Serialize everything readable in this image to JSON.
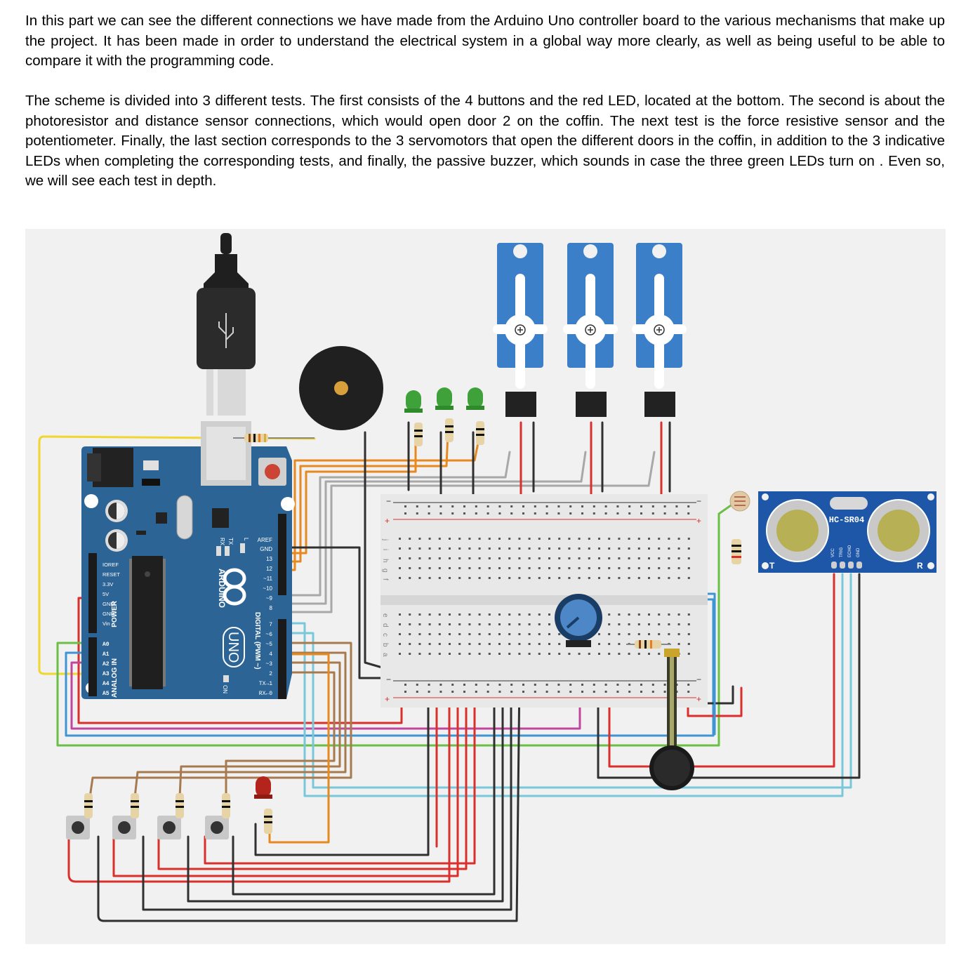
{
  "intro": {
    "paragraph_1": "In this part we can see the different connections we have made from the Arduino Uno controller board to the various mechanisms that make up the project. It has been made in order to understand the electrical system in a global way more clearly, as well as being useful to be able to compare it with the programming code.",
    "paragraph_2": "The scheme is divided into 3 different tests. The first consists of the 4 buttons and the red LED, located at the bottom. The second is about the photoresistor and distance sensor connections, which would open door 2 on the coffin. The next test is the force resistive sensor and the potentiometer. Finally, the last section corresponds to the 3 servomotors that open the different doors in the coffin, in addition to the 3 indicative LEDs when completing the corresponding tests, and finally, the passive buzzer, which sounds in case the three green LEDs turn on . Even so, we will see each test in depth."
  },
  "diagram": {
    "board": {
      "brand": "ARDUINO",
      "model": "UNO",
      "on_label": "ON",
      "tx_label": "TX",
      "rx_label": "RX",
      "l_label": "L",
      "digital_label": "DIGITAL (PWM ~)",
      "power_label": "POWER",
      "analog_label": "ANALOG IN",
      "power_pins": [
        "IOREF",
        "RESET",
        "3.3V",
        "5V",
        "GND",
        "GND",
        "Vin"
      ],
      "analog_pins": [
        "A0",
        "A1",
        "A2",
        "A3",
        "A4",
        "A5"
      ],
      "digital_pins_top": [
        "AREF",
        "GND",
        "13",
        "12",
        "~11",
        "~10",
        "~9",
        "8"
      ],
      "digital_pins_bottom": [
        "7",
        "~6",
        "~5",
        "4",
        "~3",
        "2",
        "TX→1",
        "RX←0"
      ]
    },
    "sensor": {
      "model": "HC-SR04",
      "pins": [
        "VCC",
        "TRIG",
        "ECHO",
        "GND"
      ],
      "left_mark": "T",
      "right_mark": "R"
    },
    "breadboard": {
      "rows_top": [
        "j",
        "i",
        "h",
        "g",
        "f"
      ],
      "rows_bottom": [
        "e",
        "d",
        "c",
        "b",
        "a"
      ],
      "rail_minus": "−",
      "rail_plus": "+"
    },
    "colors": {
      "board_blue": "#2d6496",
      "wire_red": "#d9302b",
      "wire_black": "#303030",
      "wire_orange": "#e6891f",
      "wire_gray": "#a8a8a8",
      "wire_yellow": "#f1d62e",
      "wire_green": "#6cbf45",
      "wire_blue": "#3f95d3",
      "wire_lightblue": "#78c8da",
      "wire_magenta": "#c1479e",
      "wire_brown": "#a67a4e",
      "servo_blue": "#3b7fc9",
      "led_green": "#3fa13a",
      "led_red": "#b3241d"
    }
  }
}
